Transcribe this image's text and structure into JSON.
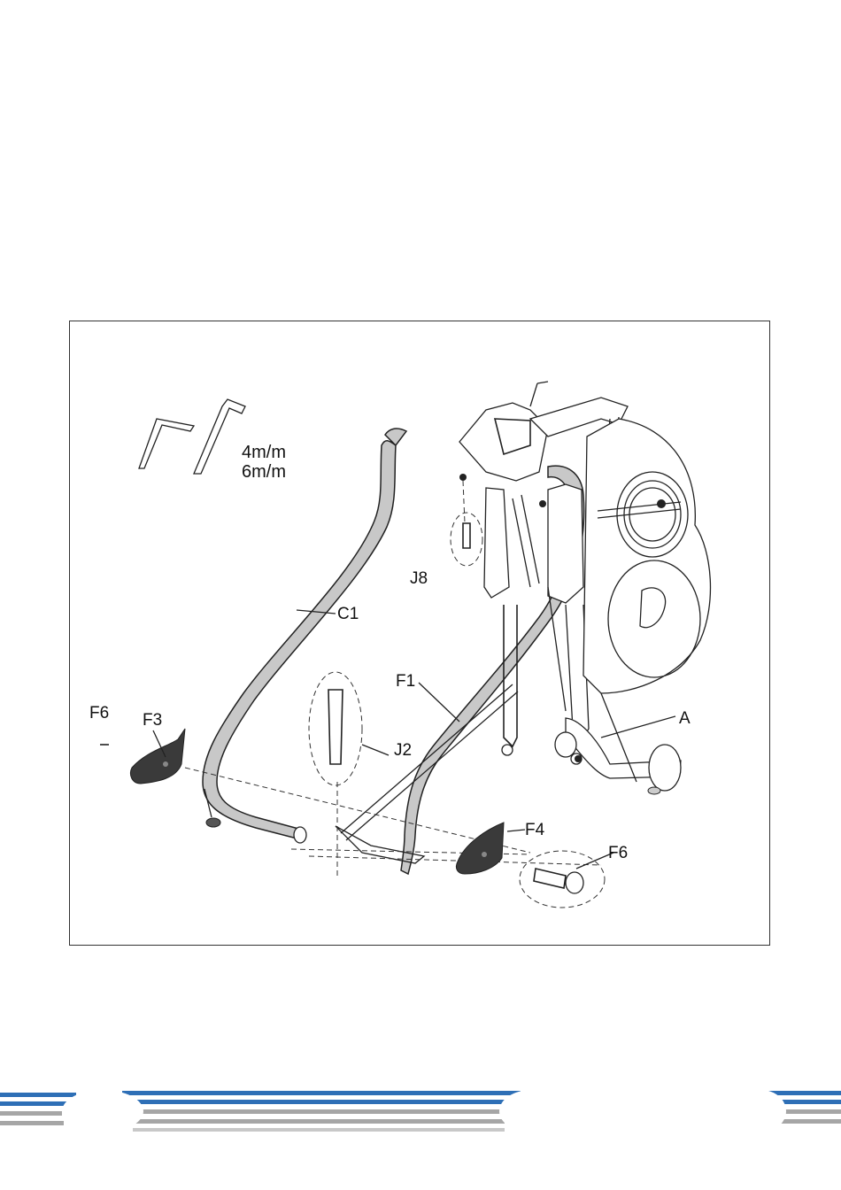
{
  "tools": {
    "sizes": [
      "4m/m",
      "6m/m"
    ]
  },
  "labels": {
    "c1": "C1",
    "j8": "J8",
    "f1": "F1",
    "a": "A",
    "f6_left": "F6",
    "f3": "F3",
    "j2": "J2",
    "f4": "F4",
    "f6_right": "F6"
  },
  "colors": {
    "stripe_blue": "#2e6fb6",
    "stripe_gray": "#a6a6a6",
    "line": "#222222",
    "part_fill": "#3a3a3a"
  }
}
